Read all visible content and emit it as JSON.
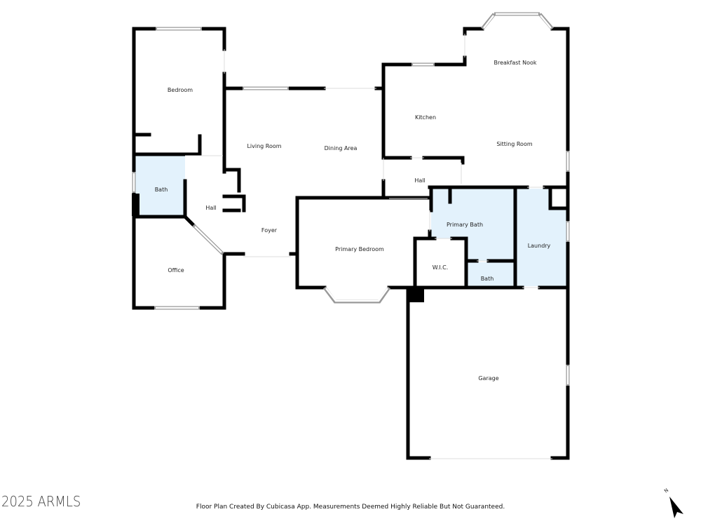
{
  "rooms": {
    "bedroom": "Bedroom",
    "bath_left": "Bath",
    "hall_left": "Hall",
    "office": "Office",
    "living_room": "Living Room",
    "dining_area": "Dining Area",
    "foyer": "Foyer",
    "primary_bedroom": "Primary Bedroom",
    "kitchen": "Kitchen",
    "breakfast_nook": "Breakfast Nook",
    "sitting_room": "Sitting Room",
    "hall_right": "Hall",
    "primary_bath": "Primary Bath",
    "wic": "W.I.C.",
    "bath_right": "Bath",
    "laundry": "Laundry",
    "garage": "Garage"
  },
  "footer": {
    "watermark": "2025 ARMLS",
    "credit": "Floor Plan Created By Cubicasa App. Measurements Deemed Highly Reliable But Not Guaranteed.",
    "north_label": "N"
  },
  "colors": {
    "wet_room_fill": "#e3f2fc",
    "wall": "#000000"
  }
}
